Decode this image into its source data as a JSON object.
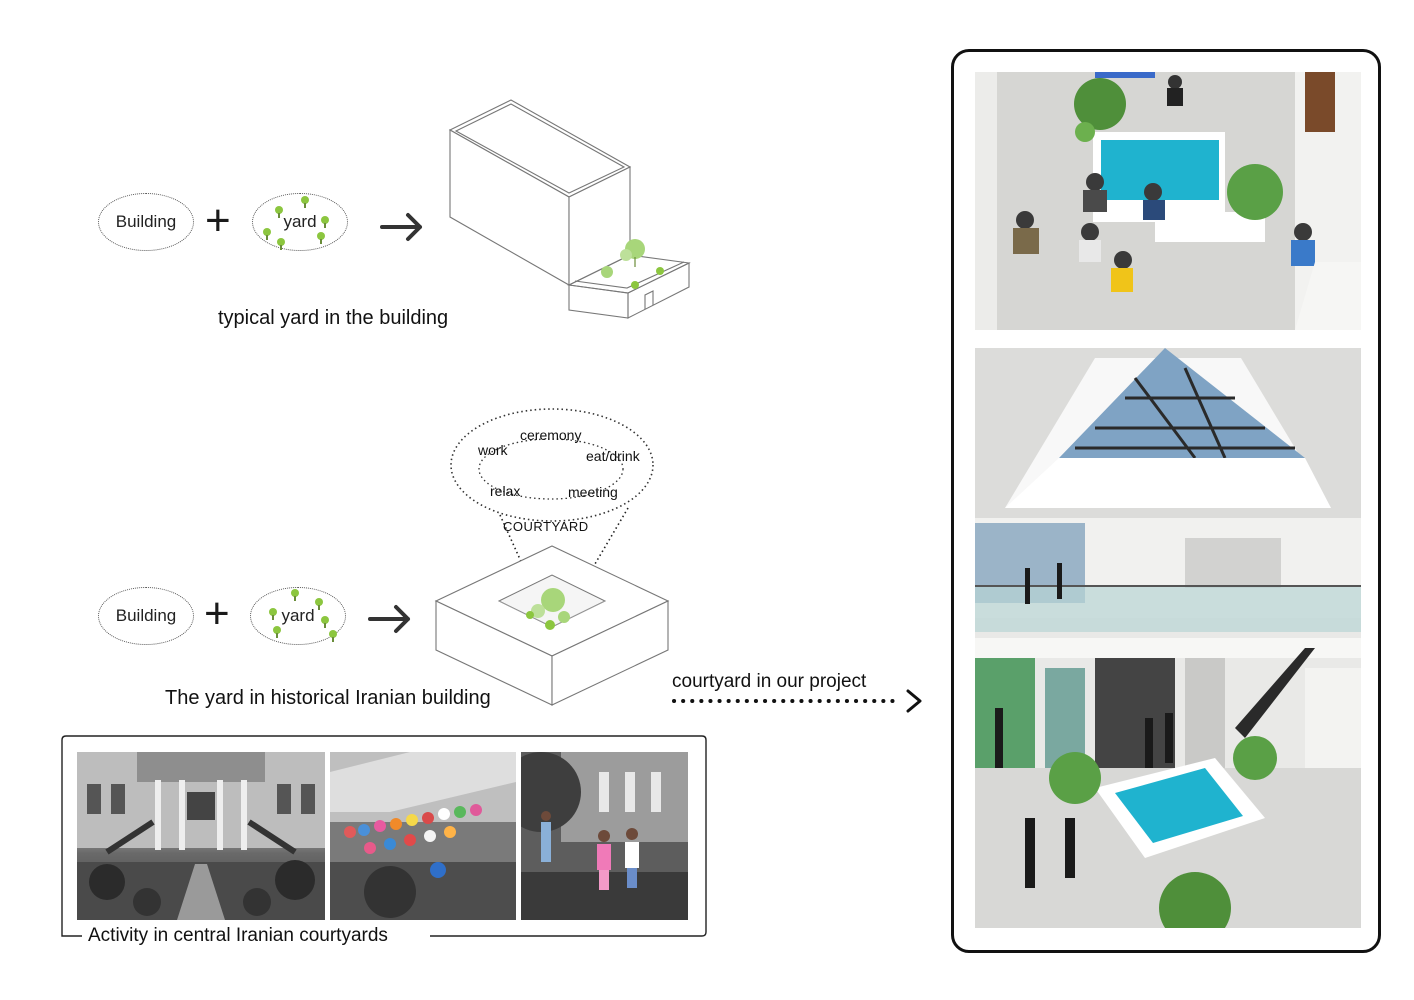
{
  "row1": {
    "building_label": "Building",
    "yard_label": "yard",
    "plus": "+",
    "caption": "typical yard in the building"
  },
  "row2": {
    "building_label": "Building",
    "yard_label": "yard",
    "plus": "+",
    "caption": "The yard in historical Iranian building"
  },
  "courtyard_bubble": {
    "words": [
      "work",
      "ceremony",
      "eat/drink",
      "relax",
      "meeting"
    ],
    "label": "COURTYARD"
  },
  "arrow_label": "courtyard in our project",
  "photo_strip": {
    "caption": "Activity in central Iranian courtyards"
  },
  "colors": {
    "tree_green": "#8cc63f",
    "pool_blue": "#1fb3cf",
    "frame": "#111111"
  }
}
